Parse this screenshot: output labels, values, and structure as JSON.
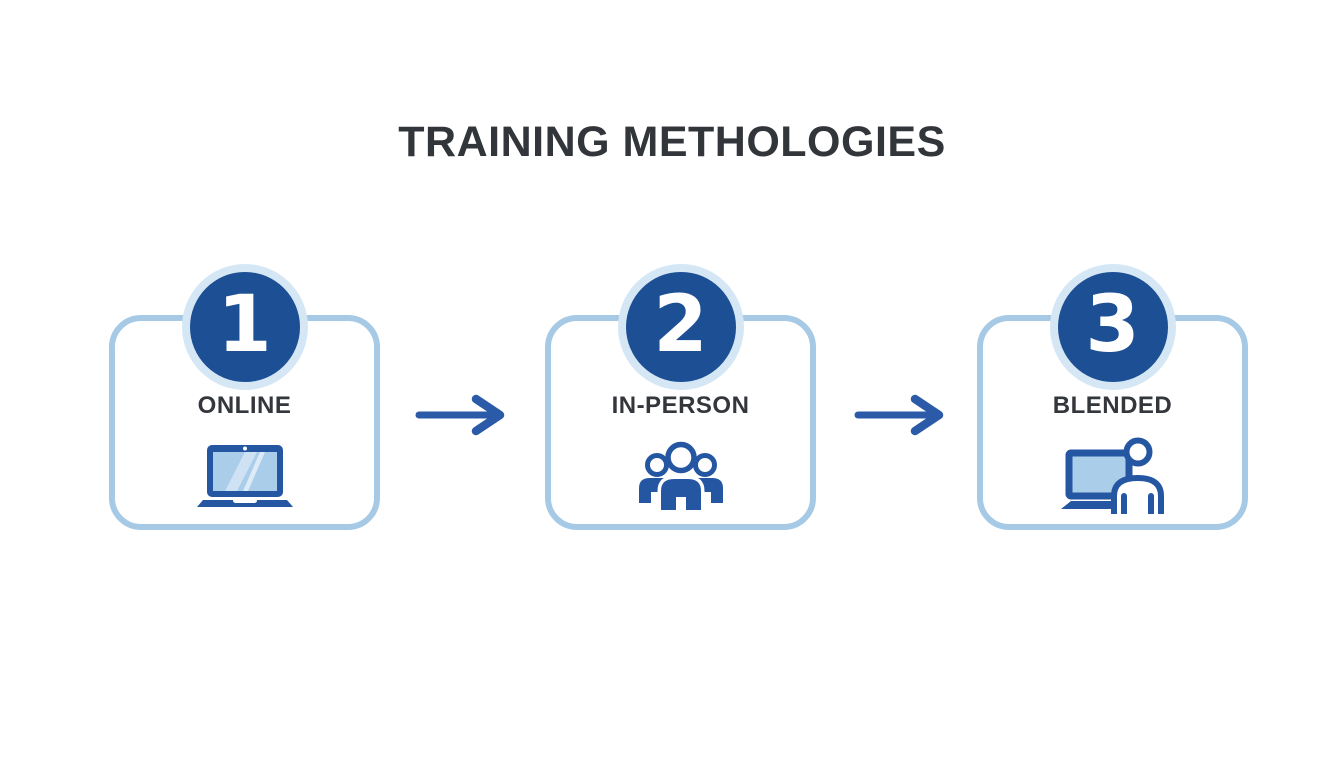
{
  "title": "TRAINING METHOLOGIES",
  "steps": [
    {
      "number": "1",
      "label": "ONLINE",
      "icon": "laptop-icon"
    },
    {
      "number": "2",
      "label": "IN-PERSON",
      "icon": "people-group-icon"
    },
    {
      "number": "3",
      "label": "BLENDED",
      "icon": "laptop-person-icon"
    }
  ],
  "arrows": [
    {
      "direction": "right",
      "from": "ONLINE",
      "to": "IN-PERSON"
    },
    {
      "direction": "right",
      "from": "IN-PERSON",
      "to": "BLENDED"
    }
  ],
  "colors": {
    "badge_fill": "#1d4f94",
    "badge_ring": "#d5e7f5",
    "card_border": "#a6cae6",
    "icon_blue": "#2456a2",
    "icon_screen": "#aacdea",
    "arrow_blue": "#2b5ba8",
    "text_dark": "#32363b",
    "background": "#ffffff"
  }
}
